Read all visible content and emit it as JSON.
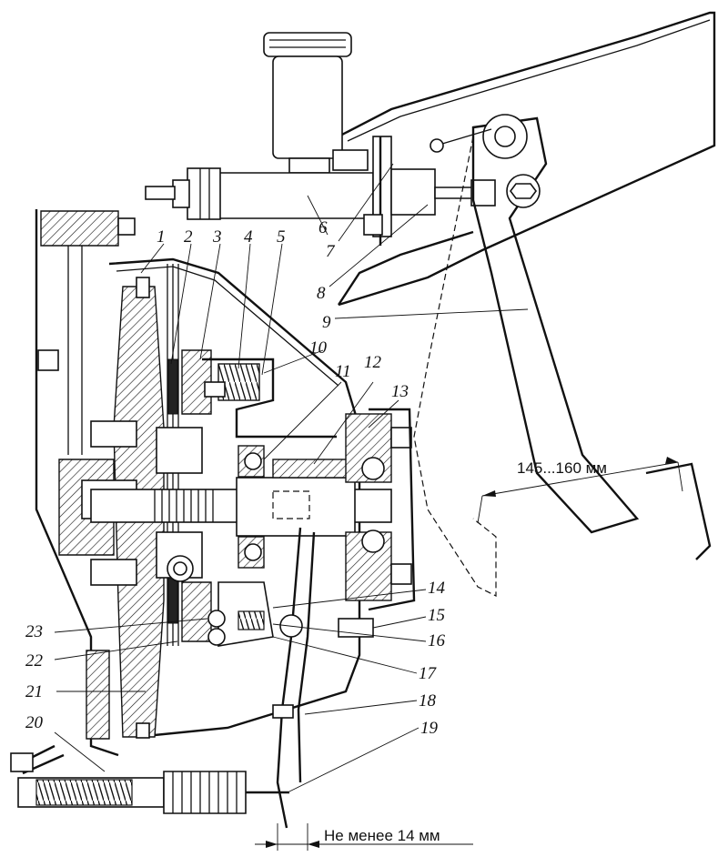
{
  "callouts": [
    {
      "n": "1"
    },
    {
      "n": "2"
    },
    {
      "n": "3"
    },
    {
      "n": "4"
    },
    {
      "n": "5"
    },
    {
      "n": "6"
    },
    {
      "n": "7"
    },
    {
      "n": "8"
    },
    {
      "n": "9"
    },
    {
      "n": "10"
    },
    {
      "n": "11"
    },
    {
      "n": "12"
    },
    {
      "n": "13"
    },
    {
      "n": "14"
    },
    {
      "n": "15"
    },
    {
      "n": "16"
    },
    {
      "n": "17"
    },
    {
      "n": "18"
    },
    {
      "n": "19"
    },
    {
      "n": "20"
    },
    {
      "n": "21"
    },
    {
      "n": "22"
    },
    {
      "n": "23"
    }
  ],
  "dimensions": {
    "pedal_travel": "145...160 мм",
    "min_gap": "Не менее 14 мм"
  }
}
